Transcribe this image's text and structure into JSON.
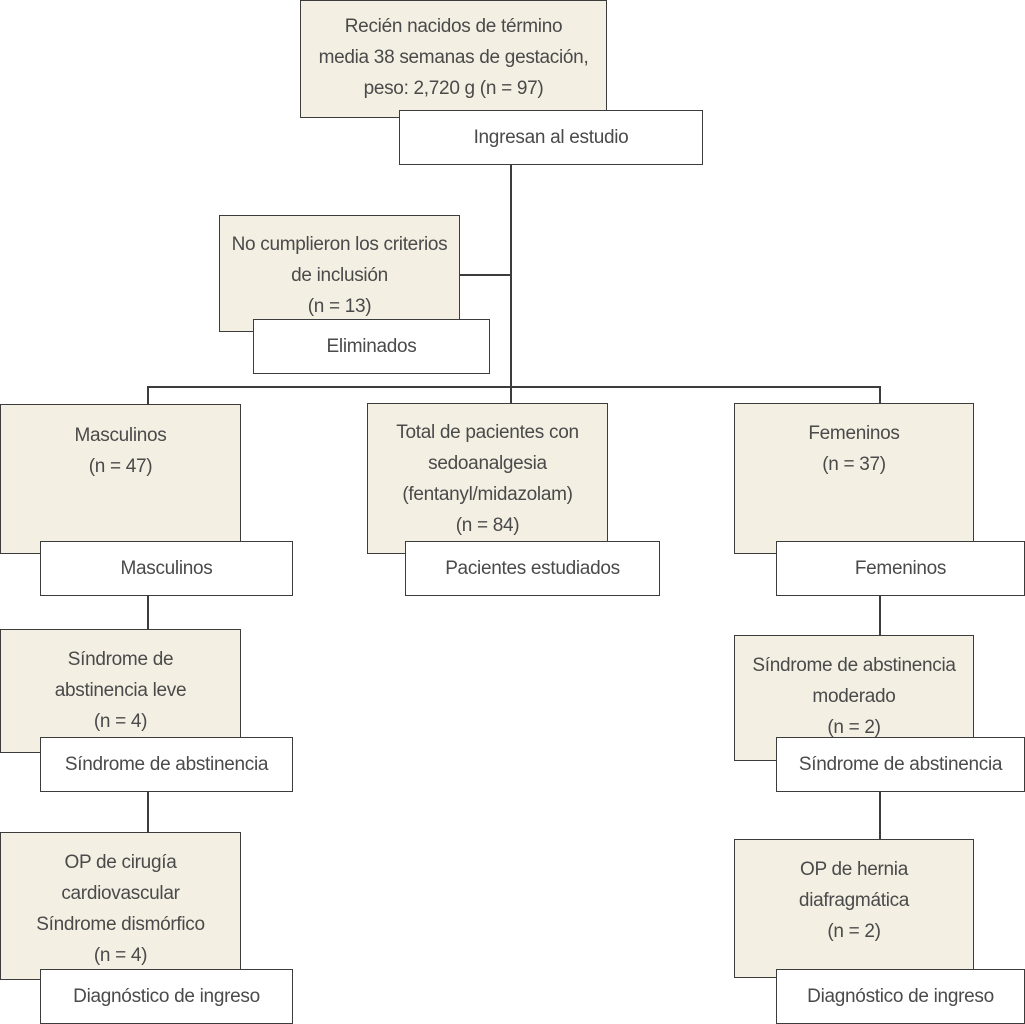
{
  "top": {
    "lines": [
      "Recién nacidos de término",
      "media 38 semanas de gestación,",
      "peso: 2,720 g (n = 97)"
    ],
    "label": "Ingresan al estudio"
  },
  "excluded": {
    "lines": [
      "No cumplieron los criterios",
      "de inclusión",
      "(n = 13)"
    ],
    "label": "Eliminados"
  },
  "male": {
    "lines": [
      "Masculinos",
      "(n = 47)"
    ],
    "label": "Masculinos"
  },
  "total": {
    "lines": [
      "Total de pacientes con",
      "sedoanalgesia",
      "(fentanyl/midazolam)",
      "(n = 84)"
    ],
    "label": "Pacientes estudiados"
  },
  "female": {
    "lines": [
      "Femeninos",
      "(n = 37)"
    ],
    "label": "Femeninos"
  },
  "male_syndrome": {
    "lines": [
      "Síndrome de",
      "abstinencia leve",
      "(n = 4)"
    ],
    "label": "Síndrome de abstinencia"
  },
  "female_syndrome": {
    "lines": [
      "Síndrome de abstinencia",
      "moderado",
      "(n = 2)"
    ],
    "label": "Síndrome de abstinencia"
  },
  "male_diag": {
    "lines": [
      "OP de cirugía",
      "cardiovascular",
      "Síndrome dismórfico",
      "(n = 4)"
    ],
    "label": "Diagnóstico de ingreso"
  },
  "female_diag": {
    "lines": [
      "OP de hernia",
      "diafragmática",
      "(n = 2)"
    ],
    "label": "Diagnóstico de ingreso"
  },
  "colors": {
    "box_fill": "#f4efe3",
    "border": "#3c3c3c",
    "text": "#4a4a4a"
  }
}
